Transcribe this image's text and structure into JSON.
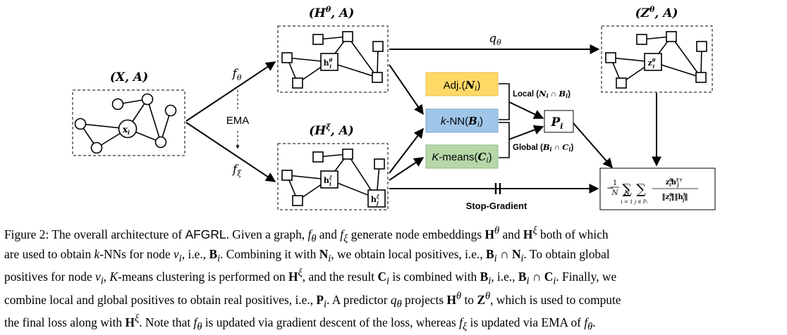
{
  "figure": {
    "labels": {
      "input_graph": "(X, A)",
      "online_graph": "(Hθ, A)",
      "target_graph": "(Hξ, A)",
      "pred_graph": "(Zθ, A)",
      "f_theta": "fθ",
      "f_xi": "fξ",
      "ema": "EMA",
      "q_theta": "qθ",
      "stop_gradient": "Stop-Gradient",
      "local": "Local (Ni ∩ Bi)",
      "global": "Global (Bi ∩ Ci)",
      "adj": "Adj.(Ni)",
      "knn": "k-NN(Bi)",
      "kmeans": "K-means(Ci)",
      "positives": "Pi",
      "node_x": "xi",
      "node_h_theta": "hθi",
      "node_h_xi": "hξi",
      "node_h_xi_j": "hξj",
      "node_z": "zθi",
      "loss": "−1/N Σ_{i=1}^{N} Σ_{j∈Pi} zθi hξj⊤ / ‖zθi‖‖hξj‖"
    },
    "colors": {
      "adj": "#ffd966",
      "knn": "#9fc5e8",
      "kmeans": "#b6d7a8"
    }
  },
  "caption": {
    "lines": [
      "Figure 2: The overall architecture of AFGRL. Given a graph, fθ and fξ generate node embeddings Hθ and Hξ both of which",
      "are used to obtain k-NNs for node vi, i.e., Bi. Combining it with Ni, we obtain local positives, i.e., Bi ∩ Ni. To obtain global",
      "positives for node vi, K-means clustering is performed on Hξ, and the result Ci is combined with Bi, i.e., Bi ∩ Ci. Finally, we",
      "combine local and global positives to obtain real positives, i.e., Pi. A predictor qθ projects Hθ to Zθ, which is used to compute",
      "the final loss along with Hξ. Note that fθ is updated via gradient descent of the loss, whereas fξ is updated via EMA of fθ."
    ]
  }
}
